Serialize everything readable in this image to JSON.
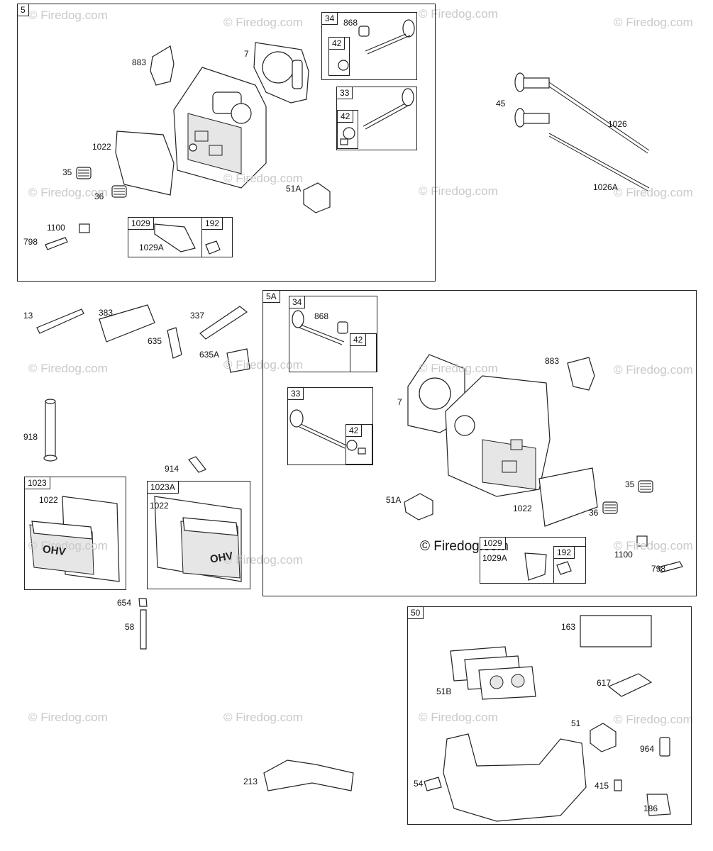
{
  "watermark_text": "© Firedog.com",
  "watermark_center_text": "© Firedog.com",
  "frames": {
    "f5": "5",
    "f34a": "34",
    "f42a": "42",
    "f33a": "33",
    "f42b": "42",
    "f1029a": "1029",
    "f192a": "192",
    "f5A": "5A",
    "f34b": "34",
    "f42c": "42",
    "f33b": "33",
    "f42d": "42",
    "f1029b": "1029",
    "f192b": "192",
    "f1023": "1023",
    "f1023A": "1023A",
    "f50": "50"
  },
  "labels": {
    "l883a": "883",
    "l7a": "7",
    "l868a": "868",
    "l1022a": "1022",
    "l35a": "35",
    "l36a": "36",
    "l51Aa": "51A",
    "l1100a": "1100",
    "l798a": "798",
    "l1029Aa": "1029A",
    "l45": "45",
    "l1026": "1026",
    "l1026A": "1026A",
    "l13": "13",
    "l383": "383",
    "l337": "337",
    "l635": "635",
    "l635A": "635A",
    "l918": "918",
    "l914": "914",
    "l1022b": "1022",
    "l1022c": "1022",
    "l654": "654",
    "l58": "58",
    "l213": "213",
    "l868b": "868",
    "l883b": "883",
    "l7b": "7",
    "l51Ab": "51A",
    "l1022d": "1022",
    "l35b": "35",
    "l36b": "36",
    "l1029Ab": "1029A",
    "l1100b": "1100",
    "l798b": "798",
    "l163": "163",
    "l617": "617",
    "l51B": "51B",
    "l51": "51",
    "l964": "964",
    "l54": "54",
    "l415": "415",
    "l186": "186"
  },
  "cover_emblem_text": "OHV"
}
